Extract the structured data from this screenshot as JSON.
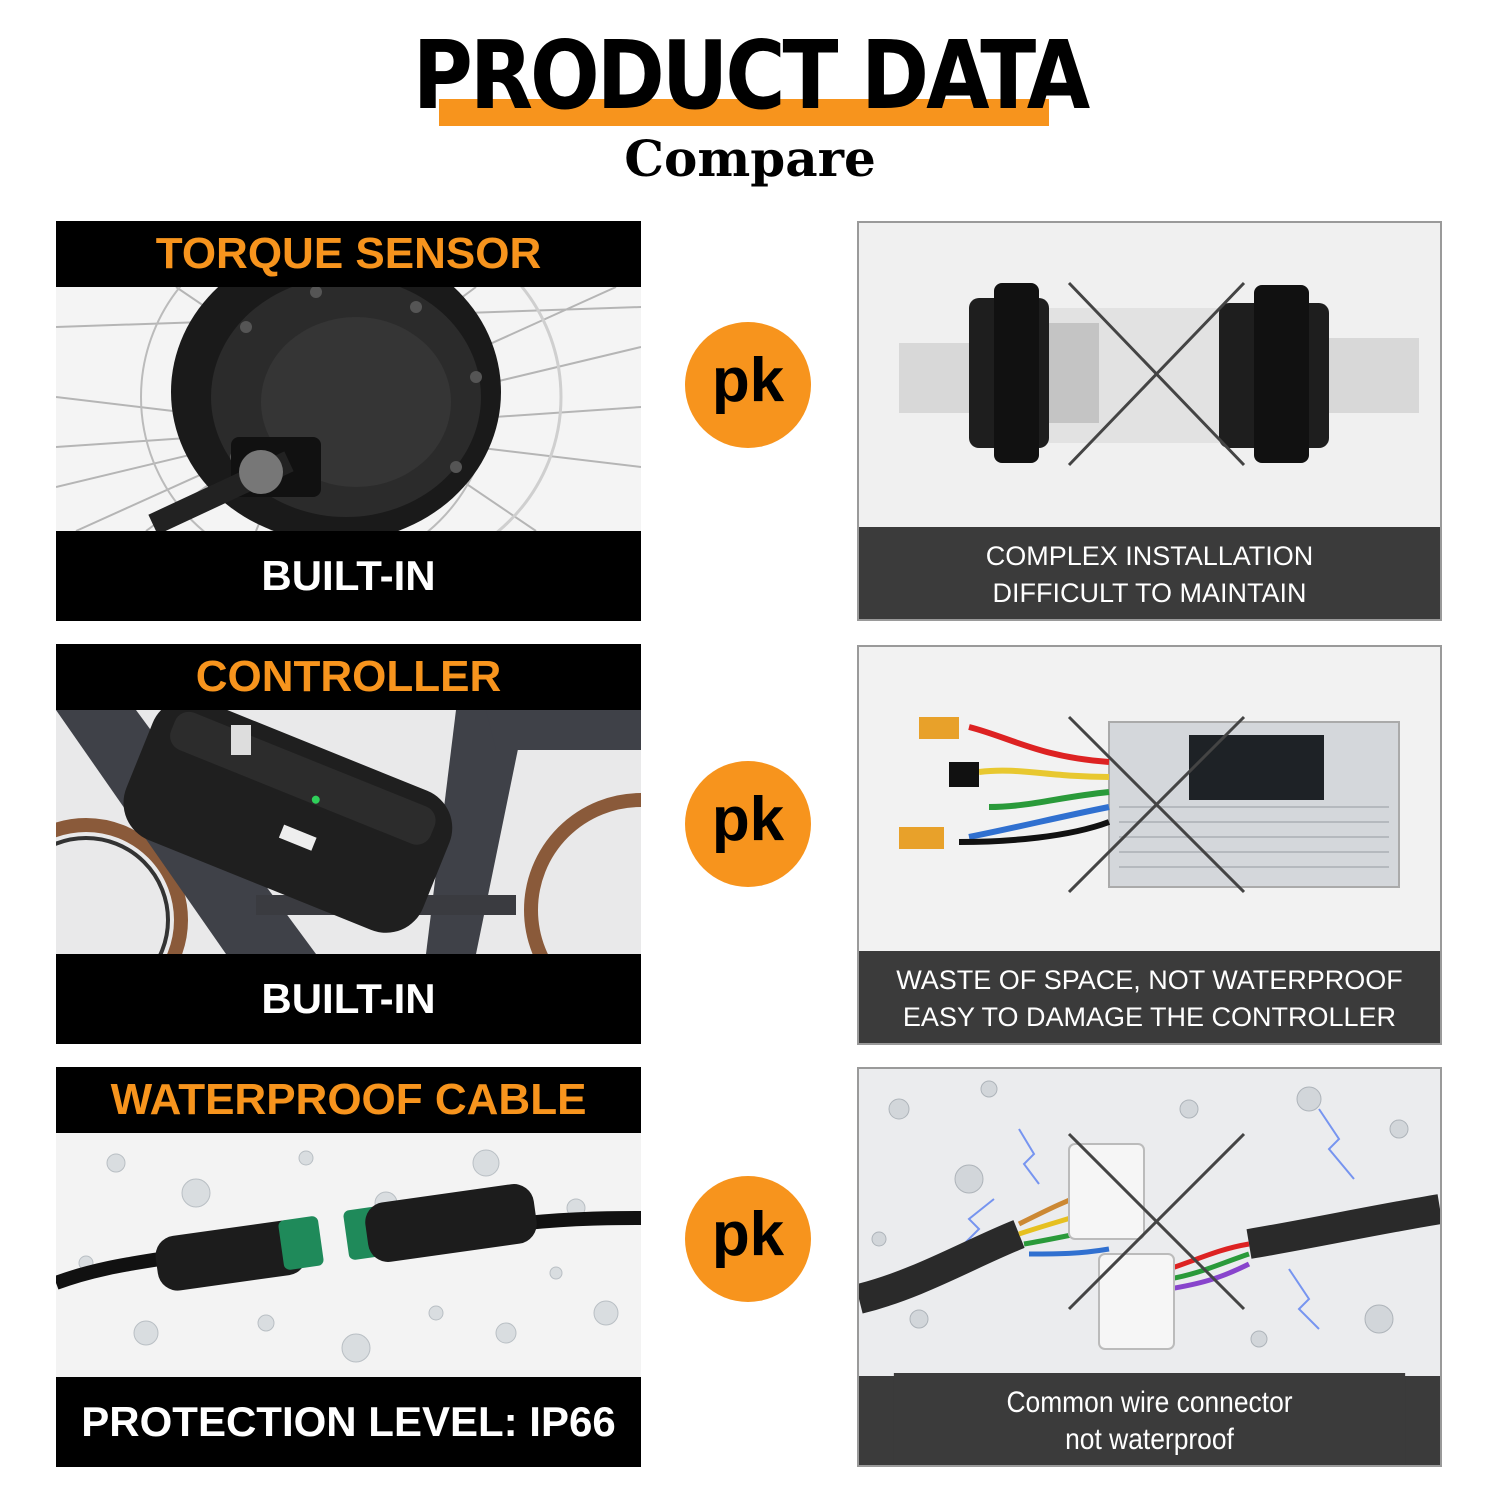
{
  "header": {
    "title": "PRODUCT DATA",
    "subtitle": "Compare"
  },
  "rows": [
    {
      "left": {
        "heading": "TORQUE SENSOR",
        "footer": "BUILT-IN"
      },
      "badge": "pk",
      "right": {
        "line1": "COMPLEX INSTALLATION",
        "line2": "DIFFICULT TO MAINTAIN"
      }
    },
    {
      "left": {
        "heading": "CONTROLLER",
        "footer": "BUILT-IN"
      },
      "badge": "pk",
      "right": {
        "line1": "WASTE OF SPACE, NOT WATERPROOF",
        "line2": "EASY TO DAMAGE THE CONTROLLER"
      }
    },
    {
      "left": {
        "heading": "WATERPROOF CABLE",
        "footer": "PROTECTION LEVEL:  IP66"
      },
      "badge": "pk",
      "right": {
        "line1": "Common wire connector",
        "line2": "not waterproof"
      }
    }
  ],
  "colors": {
    "accent": "#f7941d",
    "panel_dark": "#000000",
    "panel_gray": "#3b3b3b"
  }
}
